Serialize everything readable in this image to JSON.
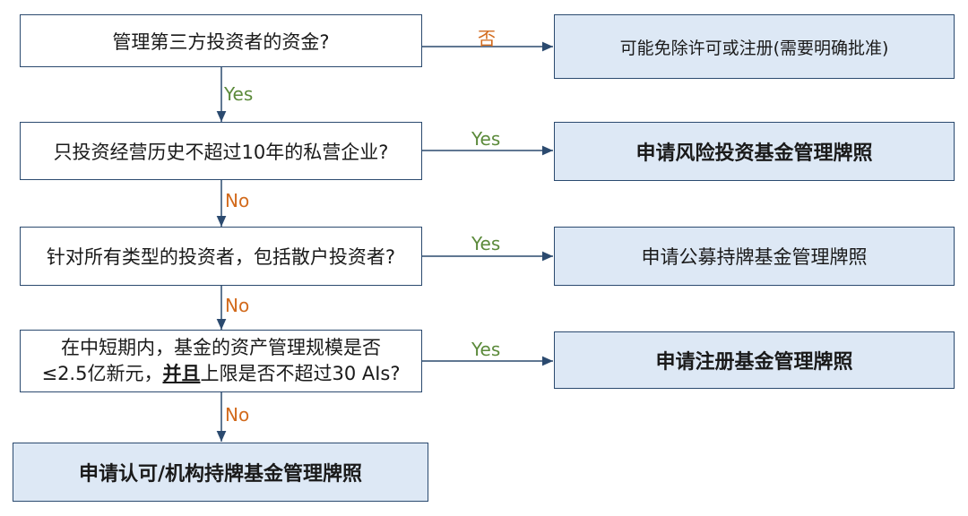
{
  "questions": {
    "q1": "管理第三方投资者的资金?",
    "q2": "只投资经营历史不超过10年的私营企业?",
    "q3": "针对所有类型的投资者，包括散户投资者?",
    "q4_line1": "在中短期内，基金的资产管理规模是否",
    "q4_line2_pre": "≤2.5亿新元，",
    "q4_line2_emph": "并且",
    "q4_line2_post": "上限是否不超过30 AIs?"
  },
  "results": {
    "r1": "可能免除许可或注册(需要明确批准)",
    "r2": "申请风险投资基金管理牌照",
    "r3": "申请公募持牌基金管理牌照",
    "r4": "申请注册基金管理牌照",
    "r5": "申请认可/机构持牌基金管理牌照"
  },
  "labels": {
    "no_cn": "否",
    "yes": "Yes",
    "no": "No"
  },
  "colors": {
    "box_border": "#2b4a6f",
    "result_fill": "#dde8f5",
    "yes": "#5b8a3a",
    "no": "#d26a1c",
    "arrow": "#2b4a6f"
  }
}
